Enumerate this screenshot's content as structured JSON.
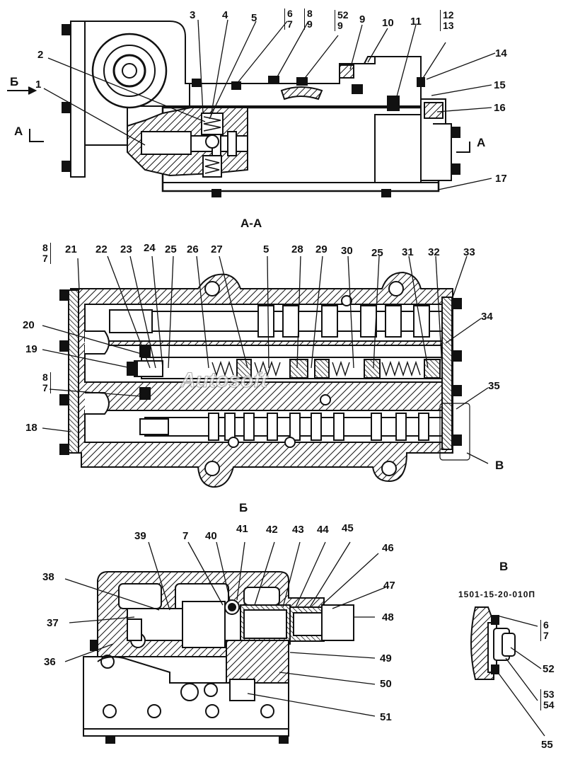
{
  "sections": {
    "aa": "А-А",
    "b": "Б",
    "v": "В",
    "v_code": "1501-15-20-010П"
  },
  "markers": {
    "b_arrow": "Б",
    "a_left": "А",
    "a_right": "А",
    "v_callout": "В"
  },
  "view1": [
    "1",
    "2",
    "3",
    "4",
    "5",
    "14",
    "15",
    "16",
    "17",
    "10",
    "11",
    "9"
  ],
  "view1_fracs": {
    "f67": [
      "6",
      "7"
    ],
    "f89": [
      "8",
      "9"
    ],
    "f529": [
      "52",
      "9"
    ],
    "f1213": [
      "12",
      "13"
    ]
  },
  "view2": [
    "21",
    "22",
    "23",
    "24",
    "25",
    "26",
    "27",
    "5",
    "28",
    "29",
    "30",
    "25",
    "31",
    "32",
    "33",
    "34",
    "20",
    "19",
    "35",
    "18"
  ],
  "view2_fracs": {
    "f87a": [
      "8",
      "7"
    ],
    "f87b": [
      "8",
      "7"
    ]
  },
  "view3": [
    "39",
    "7",
    "40",
    "41",
    "42",
    "43",
    "44",
    "45",
    "46",
    "47",
    "48",
    "38",
    "37",
    "36",
    "49",
    "50",
    "51"
  ],
  "view4": [
    "52",
    "55"
  ],
  "view4_fracs": {
    "f67": [
      "6",
      "7"
    ],
    "f5354": [
      "53",
      "54"
    ]
  },
  "watermark": "Autosoft",
  "colors": {
    "ink": "#111111",
    "paper": "#ffffff",
    "hatch": "#111111"
  }
}
